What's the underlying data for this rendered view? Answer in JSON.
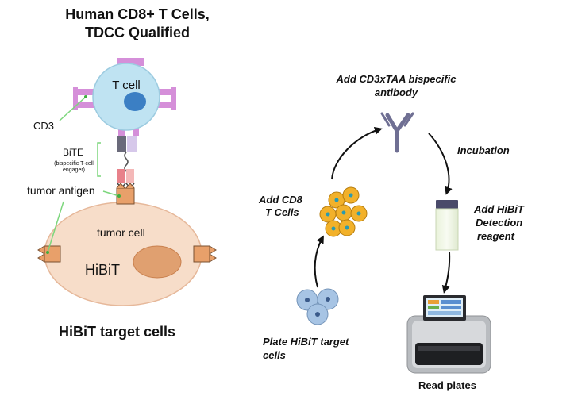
{
  "left_panel": {
    "title_line1": "Human CD8+ T Cells,",
    "title_line2": "TDCC Qualified",
    "t_cell_label": "T cell",
    "cd3_label": "CD3",
    "bite_label": "BiTE",
    "bite_sub_line1": "(bispecific T-cell",
    "bite_sub_line2": "engager)",
    "tumor_antigen_label": "tumor antigen",
    "tumor_cell_label": "tumor cell",
    "hibit_label": "HiBiT",
    "caption": "HiBiT target cells"
  },
  "workflow": {
    "step_antibody_line1": "Add CD3xTAA bispecific",
    "step_antibody_line2": "antibody",
    "step_incubation": "Incubation",
    "step_cd8_line1": "Add CD8",
    "step_cd8_line2": "T Cells",
    "step_hibit_line1": "Add HiBiT",
    "step_hibit_line2": "Detection",
    "step_hibit_line3": "reagent",
    "step_plate_line1": "Plate HiBiT target",
    "step_plate_line2": "cells",
    "step_read": "Read plates"
  },
  "colors": {
    "t_cell_fill": "#bfe3f2",
    "t_cell_nucleus": "#3b7fc4",
    "receptor_purple": "#d58fd9",
    "tumor_fill": "#f7ddc9",
    "tumor_nucleus": "#e0a070",
    "antigen_fill": "#e8a06a",
    "cd8_cell_fill": "#f2b12a",
    "cd8_nucleus": "#2a9ab0",
    "target_cell_fill": "#a7c4e4",
    "antibody_color": "#6f6f93",
    "callout_green": "#7cd67c"
  }
}
